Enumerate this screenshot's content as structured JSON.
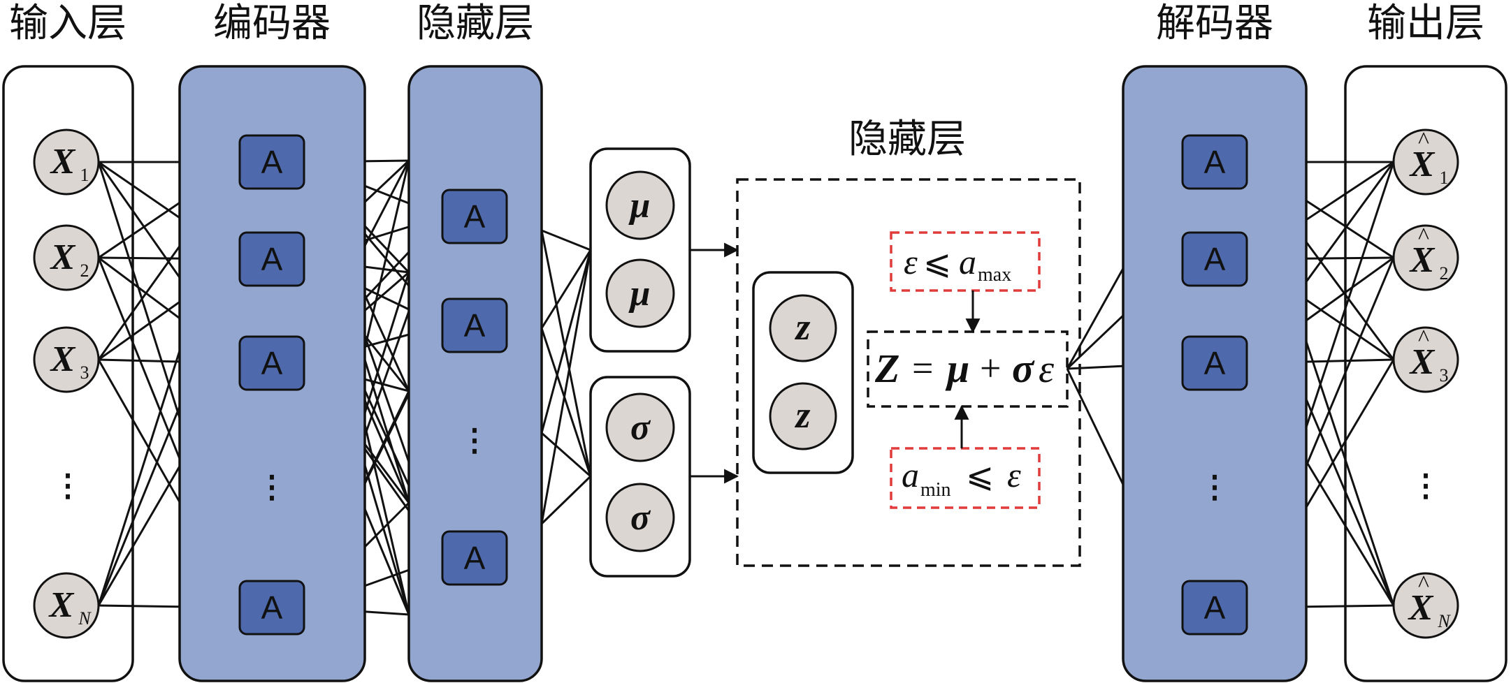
{
  "labels": {
    "input_layer": "输入层",
    "encoder": "编码器",
    "hidden_layer": "隐藏层",
    "latent_layer": "隐藏层",
    "decoder": "解码器",
    "output_layer": "输出层"
  },
  "inputs": [
    {
      "var": "X",
      "sub": "1"
    },
    {
      "var": "X",
      "sub": "2"
    },
    {
      "var": "X",
      "sub": "3"
    },
    {
      "var": "X",
      "sub": "N"
    }
  ],
  "outputs": [
    {
      "var": "X",
      "sub": "1",
      "hat": "^"
    },
    {
      "var": "X",
      "sub": "2",
      "hat": "^"
    },
    {
      "var": "X",
      "sub": "3",
      "hat": "^"
    },
    {
      "var": "X",
      "sub": "N",
      "hat": "^"
    }
  ],
  "unit_label": "A",
  "ellipsis": "⋮",
  "mu_nodes": [
    "μ",
    "μ"
  ],
  "sigma_nodes": [
    "σ",
    "σ"
  ],
  "z_nodes": [
    "z",
    "z"
  ],
  "constraint_top": {
    "eps": "ε",
    "rel": "⩽",
    "a": "a",
    "sub": "max"
  },
  "constraint_bottom": {
    "a": "a",
    "sub": "min",
    "rel": "⩽",
    "eps": "ε"
  },
  "equation": {
    "lhs": "Z",
    "eq": "=",
    "mu": "μ",
    "plus": "+",
    "sigma": "σ",
    "eps": "ε"
  },
  "colors": {
    "panel_fill": "#93a6cf",
    "unit_fill": "#4e6aad",
    "node_fill": "#dcd6d2",
    "constraint_border": "#e03c3c",
    "stroke": "#111111"
  }
}
